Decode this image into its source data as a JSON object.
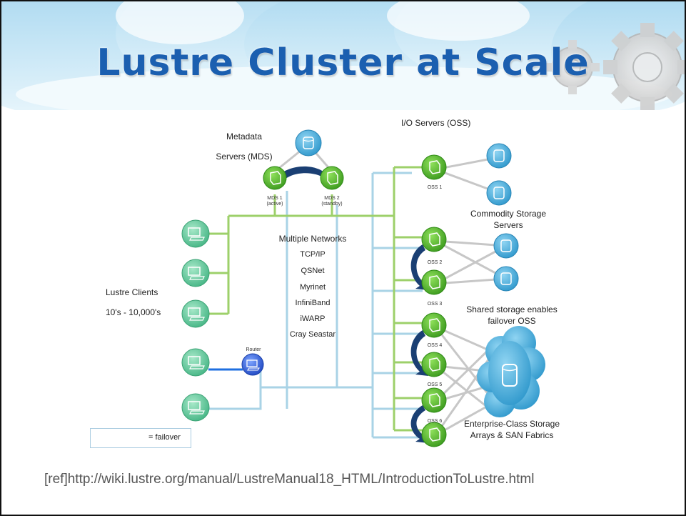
{
  "slide": {
    "title": "Lustre Cluster at Scale",
    "reference": "[ref]http://wiki.lustre.org/manual/LustreManual18_HTML/IntroductionToLustre.html"
  },
  "diagram": {
    "mds_label_line1": "Metadata",
    "mds_label_line2": "Servers (MDS)",
    "mds1_line1": "MDS 1",
    "mds1_line2": "(active)",
    "mds2_line1": "MDS 2",
    "mds2_line2": "(standby)",
    "oss_label": "I/O Servers (OSS)",
    "oss_nodes": [
      "OSS 1",
      "OSS 2",
      "OSS 3",
      "OSS 4",
      "OSS 5",
      "OSS 6"
    ],
    "clients_line1": "Lustre Clients",
    "clients_line2": "10's - 10,000's",
    "router_label": "Router",
    "networks_title": "Multiple Networks",
    "networks": [
      "TCP/IP",
      "QSNet",
      "Myrinet",
      "InfiniBand",
      "iWARP",
      "Cray Seastar"
    ],
    "commodity_line1": "Commodity Storage",
    "commodity_line2": "Servers",
    "shared_line1": "Shared storage enables",
    "shared_line2": "failover OSS",
    "enterprise_line1": "Enterprise-Class Storage",
    "enterprise_line2": "Arrays & SAN Fabrics",
    "legend_text": "= failover"
  },
  "colors": {
    "title_blue": "#1b5fb0",
    "node_green": "#4cae2a",
    "client_teal": "#5cc6a0",
    "storage_blue": "#3fa9d9",
    "link_green": "#9dd06a",
    "link_light_blue": "#a9d3e6",
    "failover_arrow": "#1a3f73",
    "router_blue": "#2d5fd3"
  }
}
